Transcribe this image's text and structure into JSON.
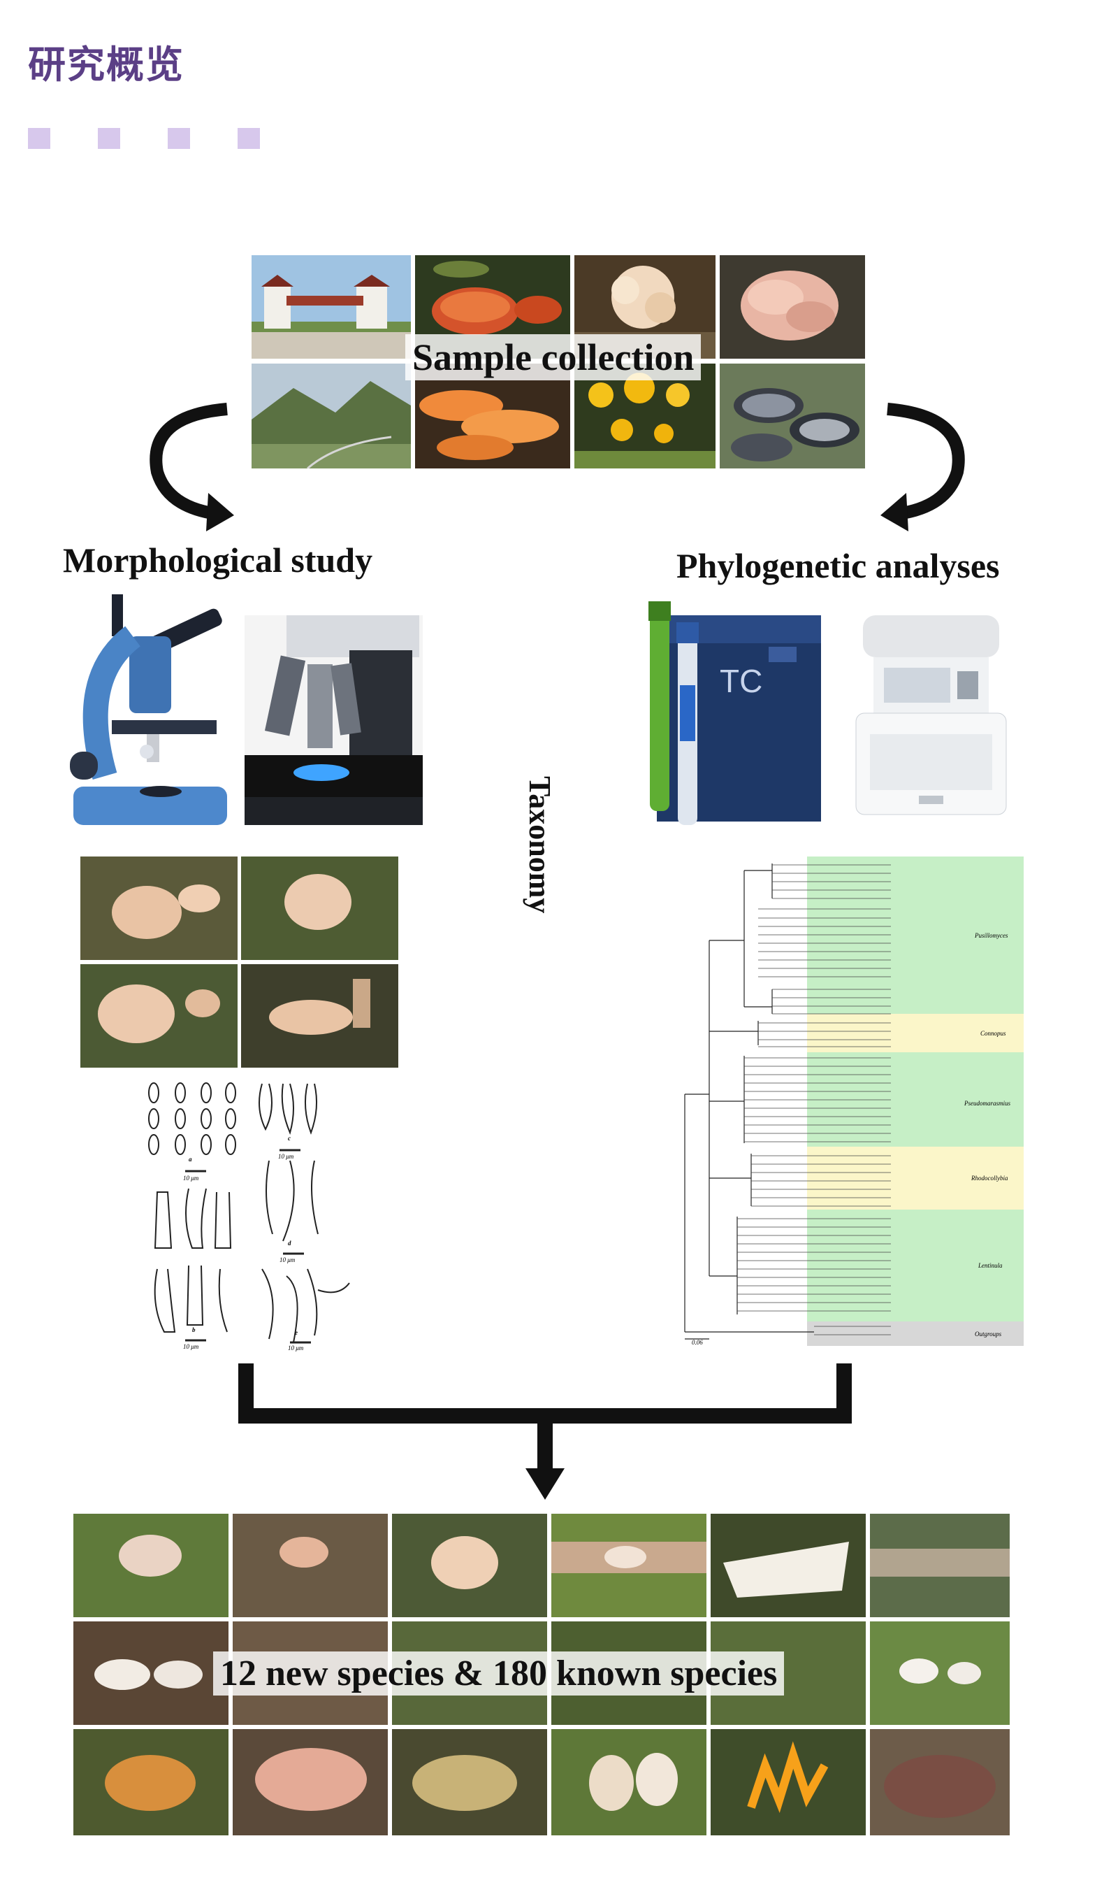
{
  "header": {
    "title": "研究概览"
  },
  "colors": {
    "title": "#5b3f86",
    "squares": "#d7c8ec",
    "arrow": "#111111"
  },
  "diagram": {
    "sample_label": "Sample collection",
    "morph_label": "Morphological study",
    "phylo_label": "Phylogenetic analyses",
    "taxonomy_label": "Taxonomy",
    "result_label": "12 new species & 180 known species"
  },
  "tree": {
    "clades": [
      "Pusillomyces",
      "Connopus",
      "Pseudomarasmius",
      "Rhodocollybia",
      "Lentinula",
      "Outgroups"
    ],
    "scale": "0.06"
  },
  "drawing": {
    "panels": [
      "a",
      "b",
      "c",
      "d",
      "e"
    ],
    "scale_text": "10 μm"
  }
}
